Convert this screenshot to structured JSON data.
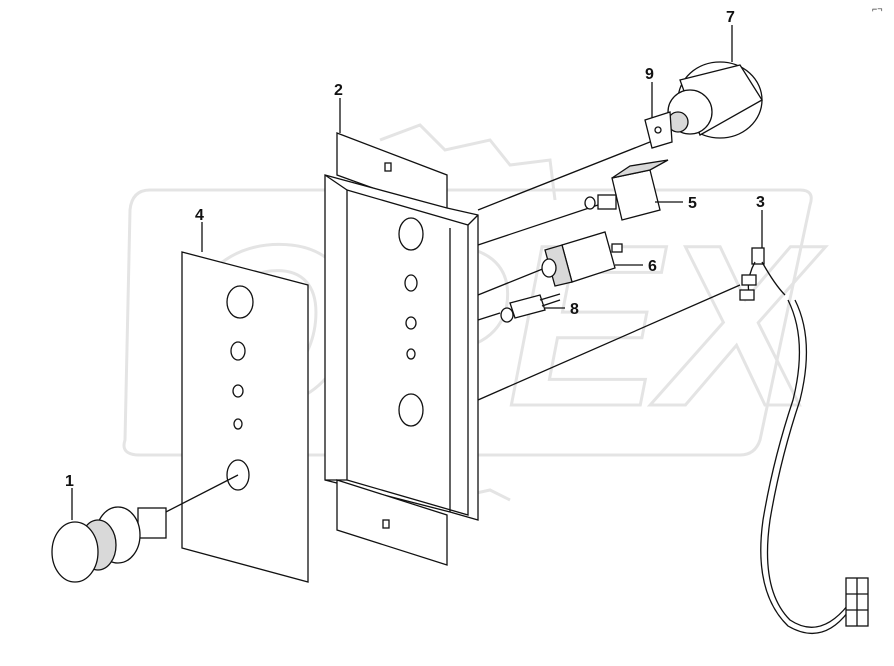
{
  "corner_mark": "⌐¬",
  "watermark": "OPEX",
  "callouts": [
    {
      "id": "1",
      "label": "1"
    },
    {
      "id": "2",
      "label": "2"
    },
    {
      "id": "3",
      "label": "3"
    },
    {
      "id": "4",
      "label": "4"
    },
    {
      "id": "5",
      "label": "5"
    },
    {
      "id": "6",
      "label": "6"
    },
    {
      "id": "7",
      "label": "7"
    },
    {
      "id": "8",
      "label": "8"
    },
    {
      "id": "9",
      "label": "9"
    }
  ],
  "colors": {
    "line": "#111111",
    "watermark": "#e4e4e4",
    "part_fill": "#ffffff",
    "shade": "#d9d9d9"
  }
}
